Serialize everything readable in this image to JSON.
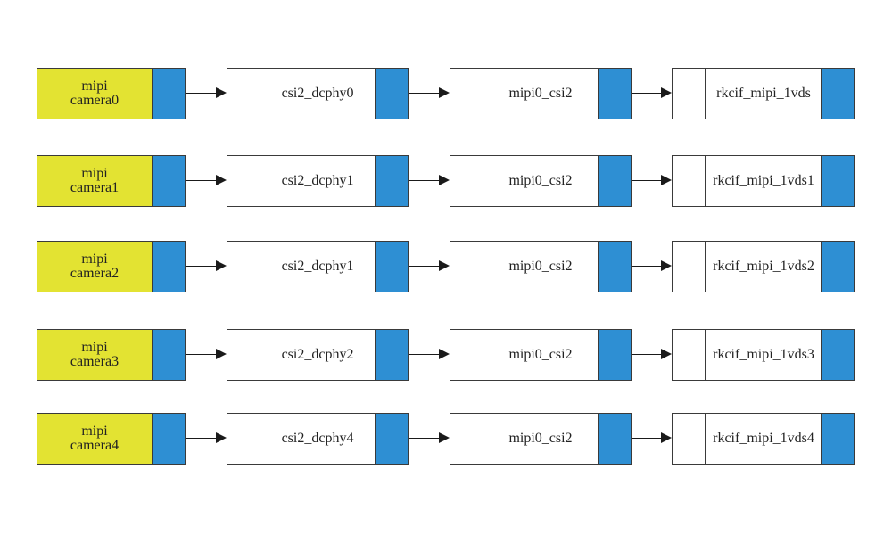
{
  "colors": {
    "camera_fill": "#e3e332",
    "port_fill": "#2e8fd3",
    "node_fill": "#ffffff",
    "border": "#3a3a3a",
    "arrow": "#1a1a1a"
  },
  "rows": [
    {
      "camera": {
        "line1": "mipi",
        "line2": "camera0"
      },
      "dphy": "csi2_dcphy0",
      "csi": "mipi0_csi2",
      "rkcif": "rkcif_mipi_1vds"
    },
    {
      "camera": {
        "line1": "mipi",
        "line2": "camera1"
      },
      "dphy": "csi2_dcphy1",
      "csi": "mipi0_csi2",
      "rkcif": "rkcif_mipi_1vds1"
    },
    {
      "camera": {
        "line1": "mipi",
        "line2": "camera2"
      },
      "dphy": "csi2_dcphy1",
      "csi": "mipi0_csi2",
      "rkcif": "rkcif_mipi_1vds2"
    },
    {
      "camera": {
        "line1": "mipi",
        "line2": "camera3"
      },
      "dphy": "csi2_dcphy2",
      "csi": "mipi0_csi2",
      "rkcif": "rkcif_mipi_1vds3"
    },
    {
      "camera": {
        "line1": "mipi",
        "line2": "camera4"
      },
      "dphy": "csi2_dcphy4",
      "csi": "mipi0_csi2",
      "rkcif": "rkcif_mipi_1vds4"
    }
  ]
}
